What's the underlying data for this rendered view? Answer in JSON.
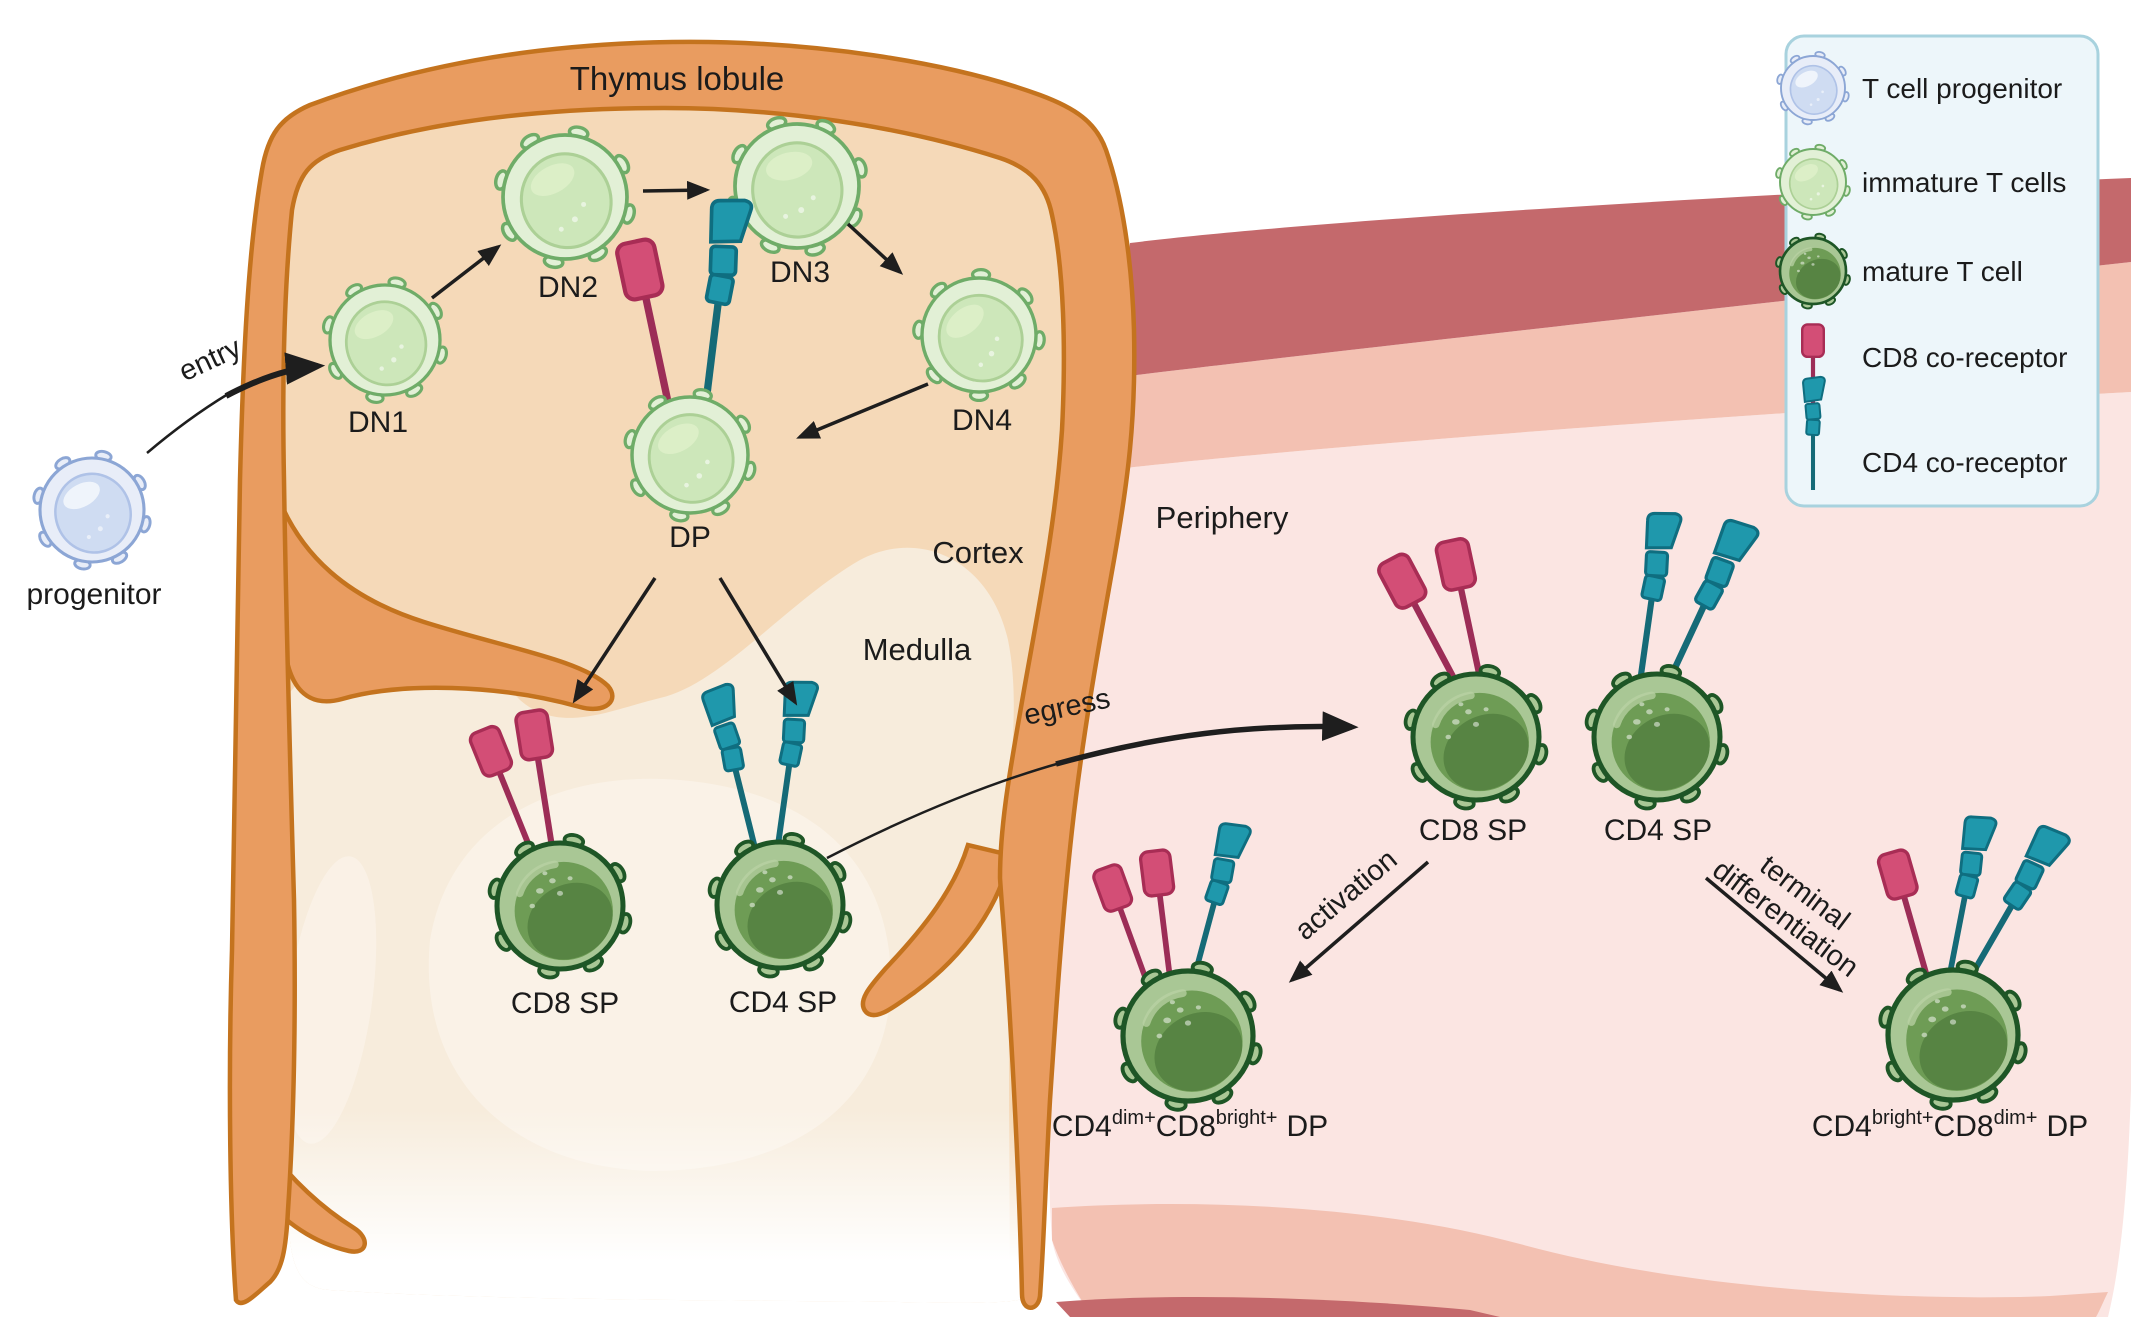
{
  "diagram_title": "Thymus lobule",
  "regions": {
    "cortex": "Cortex",
    "medulla": "Medulla",
    "periphery": "Periphery"
  },
  "process_labels": {
    "entry": "entry",
    "egress": "egress",
    "activation": "activation",
    "terminal_diff_line1": "terminal",
    "terminal_diff_line2": "differentiation"
  },
  "cell_labels": {
    "progenitor": "progenitor",
    "dn1": "DN1",
    "dn2": "DN2",
    "dn3": "DN3",
    "dn4": "DN4",
    "dp": "DP",
    "cd8_sp_thymus": "CD8 SP",
    "cd4_sp_thymus": "CD4 SP",
    "cd8_sp_periphery": "CD8 SP",
    "cd4_sp_periphery": "CD4 SP"
  },
  "dp_activated_label": {
    "base1": "CD4",
    "sup1": "dim+",
    "base2": "CD8",
    "sup2": "bright+",
    "suffix": "DP"
  },
  "dp_terminal_label": {
    "base1": "CD4",
    "sup1": "bright+",
    "base2": "CD8",
    "sup2": "dim+",
    "suffix": "DP"
  },
  "legend": {
    "t_cell_progenitor": "T cell progenitor",
    "immature_t_cells": "immature T cells",
    "mature_t_cell": "mature T cell",
    "cd8_co_receptor": "CD8 co-receptor",
    "cd4_co_receptor": "CD4 co-receptor"
  },
  "palette": {
    "thymus_wall": "#E99C60",
    "thymus_wall_outline": "#C4731E",
    "cortex_peach": "#F5D9B8",
    "medulla_cream": "#F7ECDC",
    "medulla_light": "#FAF2E7",
    "periphery_light_pink": "#FBE5E2",
    "periphery_medium_pink": "#F3C1B2",
    "periphery_dark_rose": "#C4696C",
    "immature_cell": "#E2F0D6",
    "immature_outline": "#6FAC68",
    "progenitor_cell": "#E8EDF8",
    "progenitor_outline": "#8CA6D5",
    "mature_cell_rim": "#A9C795",
    "mature_cell_nucleus": "#6E9C55",
    "mature_outline": "#1E5626",
    "cd8_receptor": "#D34E76",
    "cd8_stem": "#9C2D57",
    "cd4_receptor": "#1F98AC",
    "cd4_stem": "#156A77",
    "legend_background": "#EDF6FA",
    "legend_border": "#A8D2DE",
    "text": "#1B1B1B"
  }
}
